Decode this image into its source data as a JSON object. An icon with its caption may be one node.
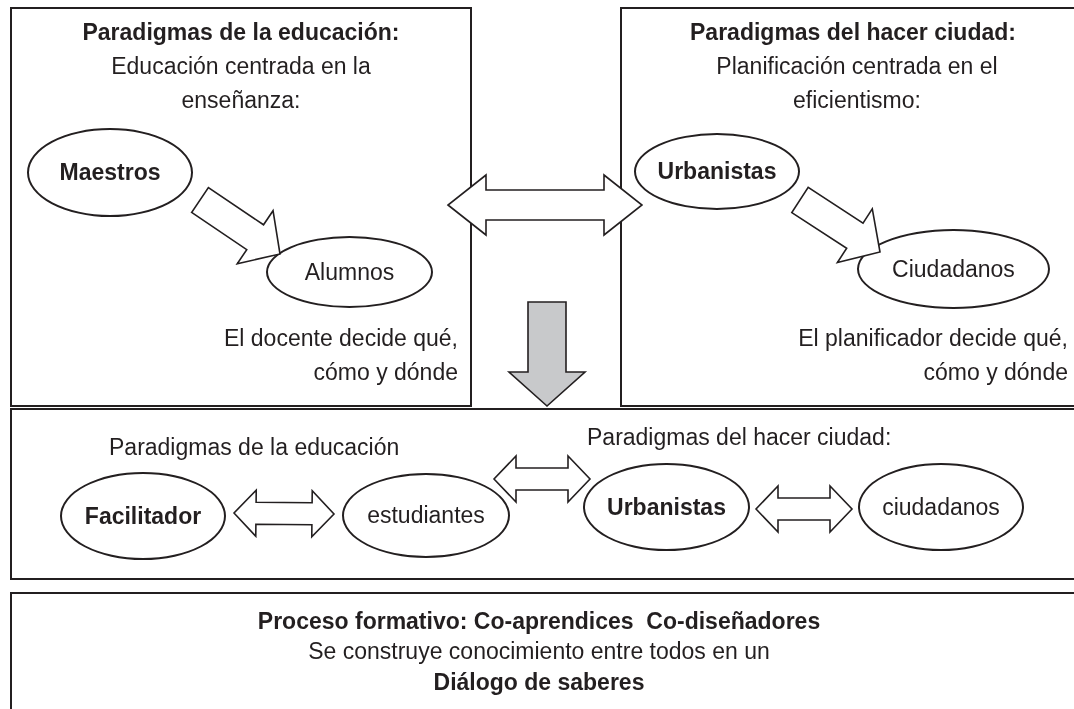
{
  "diagram": {
    "nodes": [
      {
        "text": [
          "Paradigmas de la educación:",
          "Educación centrada en la enseñanza:",
          "El docente decide qué, cómo y dónde"
        ]
      },
      {
        "text": [
          "Maestros"
        ],
        "in": 0
      },
      {
        "text": [
          "Alumnos"
        ],
        "in": 0
      },
      {
        "text": [
          "Paradigmas del hacer ciudad:",
          "Planificación centrada en el eficientismo:",
          "El planificador decide qué, cómo y dónde"
        ]
      },
      {
        "text": [
          "Urbanistas"
        ],
        "in": 3
      },
      {
        "text": [
          "Ciudadanos"
        ],
        "in": 3
      },
      {
        "text": [
          "Paradigmas de la educación",
          "Paradigmas del hacer ciudad:"
        ]
      },
      {
        "text": [
          "Facilitador"
        ],
        "in": 6
      },
      {
        "text": [
          "estudiantes"
        ],
        "in": 6
      },
      {
        "text": [
          "Urbanistas"
        ],
        "in": 6
      },
      {
        "text": [
          "ciudadanos"
        ],
        "in": 6
      },
      {
        "text": [
          "Proceso formativo: Co-aprendices  Co-diseñadores",
          "Se construye conocimiento entre todos en un **Diálogo de saberes**"
        ]
      }
    ],
    "edges": [
      {
        "from": 1,
        "to": 2,
        "arrow": "to"
      },
      {
        "from": 0,
        "to": 4,
        "arrow": "both"
      },
      {
        "from": 4,
        "to": 5,
        "arrow": "to"
      },
      {
        "from": null,
        "to": 6,
        "arrow": "to",
        "color": "#c8c9cb"
      },
      {
        "from": 7,
        "to": 8,
        "arrow": "both"
      },
      {
        "from": 8,
        "to": 9,
        "arrow": "both"
      },
      {
        "from": 9,
        "to": 10,
        "arrow": "both"
      }
    ]
  }
}
